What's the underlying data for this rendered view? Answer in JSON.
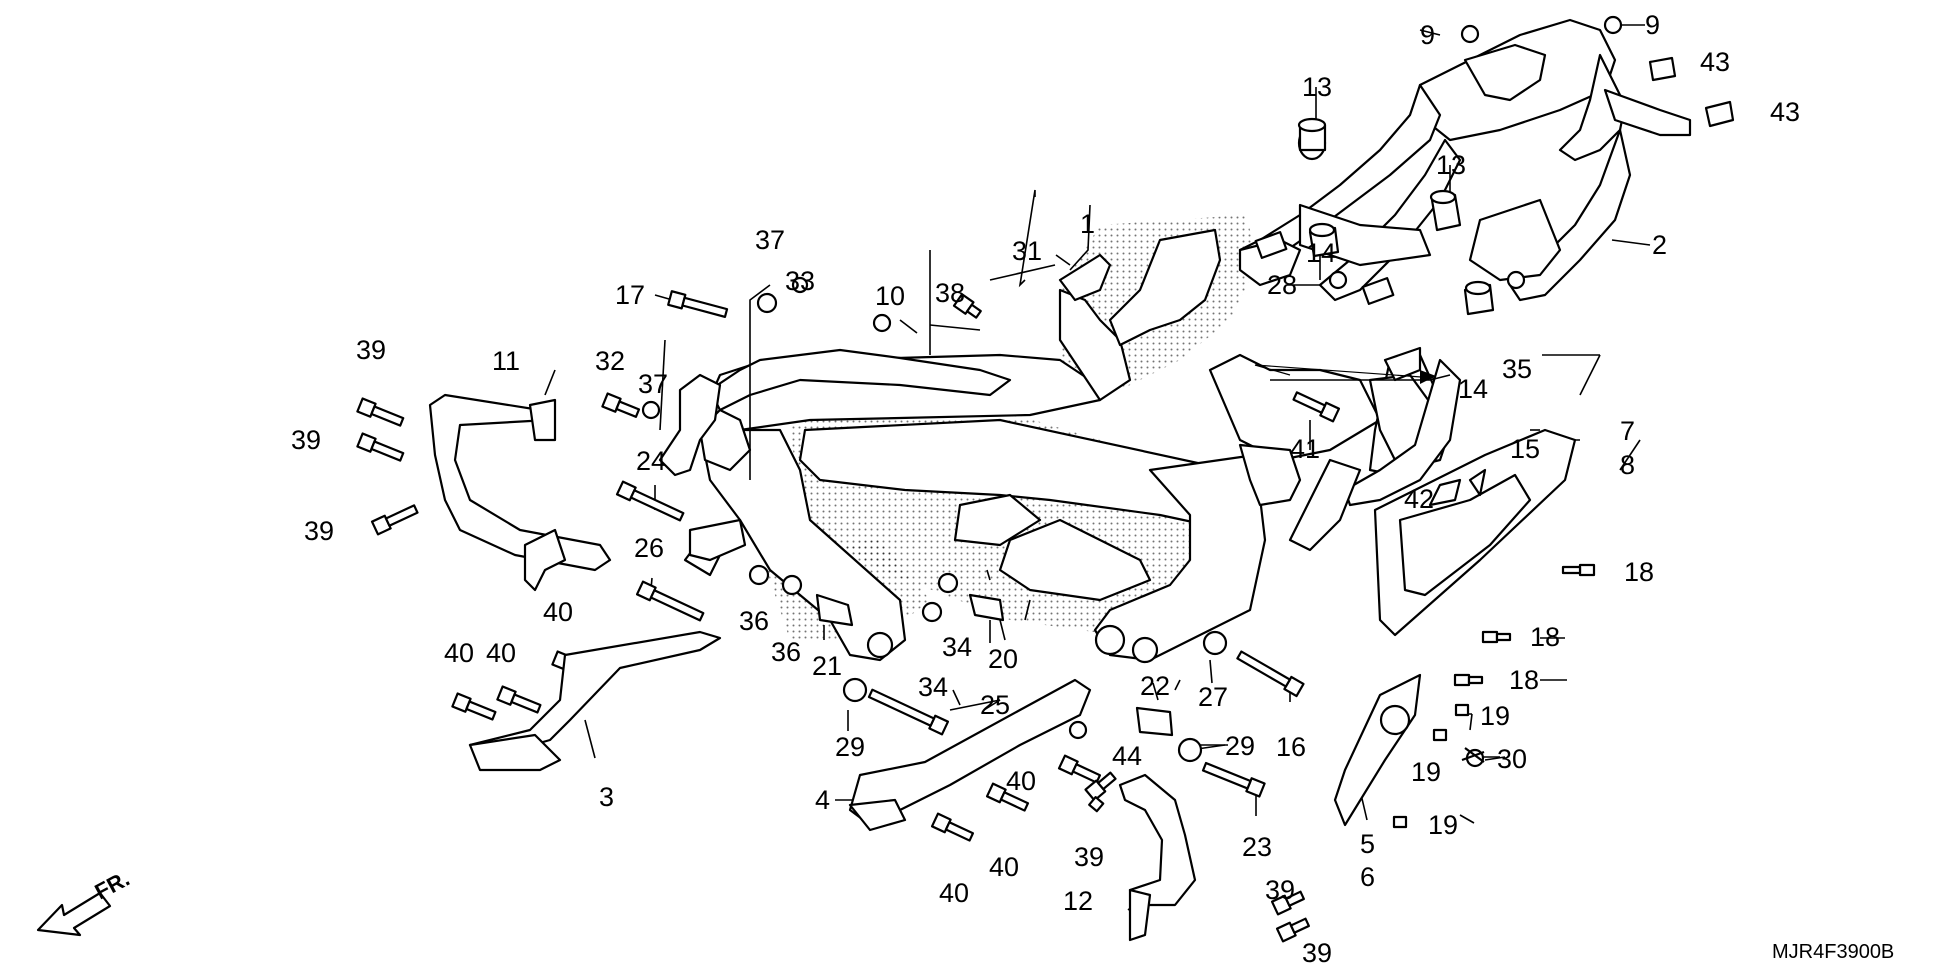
{
  "labels": [
    {
      "id": "1",
      "text": "1"
    },
    {
      "id": "2",
      "text": "2"
    },
    {
      "id": "3",
      "text": "3"
    },
    {
      "id": "4",
      "text": "4"
    },
    {
      "id": "5",
      "text": "5"
    },
    {
      "id": "6",
      "text": "6"
    },
    {
      "id": "7",
      "text": "7"
    },
    {
      "id": "8",
      "text": "8"
    },
    {
      "id": "9a",
      "text": "9"
    },
    {
      "id": "9b",
      "text": "9"
    },
    {
      "id": "10",
      "text": "10"
    },
    {
      "id": "11",
      "text": "11"
    },
    {
      "id": "12",
      "text": "12"
    },
    {
      "id": "13a",
      "text": "13"
    },
    {
      "id": "13b",
      "text": "13"
    },
    {
      "id": "14a",
      "text": "14"
    },
    {
      "id": "14b",
      "text": "14"
    },
    {
      "id": "15",
      "text": "15"
    },
    {
      "id": "16",
      "text": "16"
    },
    {
      "id": "17",
      "text": "17"
    },
    {
      "id": "18a",
      "text": "18"
    },
    {
      "id": "18b",
      "text": "18"
    },
    {
      "id": "18c",
      "text": "18"
    },
    {
      "id": "19a",
      "text": "19"
    },
    {
      "id": "19b",
      "text": "19"
    },
    {
      "id": "19c",
      "text": "19"
    },
    {
      "id": "20",
      "text": "20"
    },
    {
      "id": "21",
      "text": "21"
    },
    {
      "id": "22",
      "text": "22"
    },
    {
      "id": "23",
      "text": "23"
    },
    {
      "id": "24",
      "text": "24"
    },
    {
      "id": "25",
      "text": "25"
    },
    {
      "id": "26",
      "text": "26"
    },
    {
      "id": "27",
      "text": "27"
    },
    {
      "id": "28",
      "text": "28"
    },
    {
      "id": "29a",
      "text": "29"
    },
    {
      "id": "29b",
      "text": "29"
    },
    {
      "id": "30",
      "text": "30"
    },
    {
      "id": "31",
      "text": "31"
    },
    {
      "id": "32",
      "text": "32"
    },
    {
      "id": "33",
      "text": "33"
    },
    {
      "id": "34a",
      "text": "34"
    },
    {
      "id": "34b",
      "text": "34"
    },
    {
      "id": "35",
      "text": "35"
    },
    {
      "id": "36a",
      "text": "36"
    },
    {
      "id": "36b",
      "text": "36"
    },
    {
      "id": "37a",
      "text": "37"
    },
    {
      "id": "37b",
      "text": "37"
    },
    {
      "id": "38",
      "text": "38"
    },
    {
      "id": "39a",
      "text": "39"
    },
    {
      "id": "39b",
      "text": "39"
    },
    {
      "id": "39c",
      "text": "39"
    },
    {
      "id": "39d",
      "text": "39"
    },
    {
      "id": "39e",
      "text": "39"
    },
    {
      "id": "39f",
      "text": "39"
    },
    {
      "id": "40a",
      "text": "40"
    },
    {
      "id": "40b",
      "text": "40"
    },
    {
      "id": "40c",
      "text": "40"
    },
    {
      "id": "40d",
      "text": "40"
    },
    {
      "id": "40e",
      "text": "40"
    },
    {
      "id": "40f",
      "text": "40"
    },
    {
      "id": "41",
      "text": "41"
    },
    {
      "id": "42",
      "text": "42"
    },
    {
      "id": "43a",
      "text": "43"
    },
    {
      "id": "43b",
      "text": "43"
    },
    {
      "id": "44",
      "text": "44"
    }
  ],
  "direction_marker": "FR.",
  "diagram_code": "MJR4F3900B"
}
